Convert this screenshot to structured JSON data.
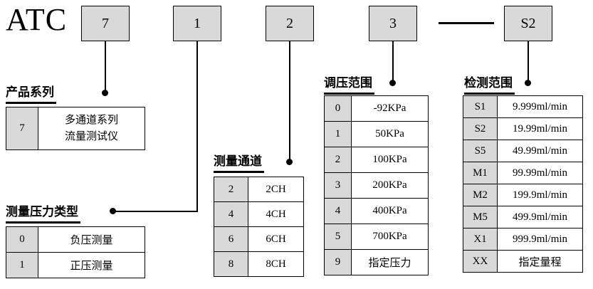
{
  "title": "ATC",
  "code_boxes": [
    {
      "label": "7"
    },
    {
      "label": "1"
    },
    {
      "label": "2"
    },
    {
      "label": "3"
    },
    {
      "label": "S2"
    }
  ],
  "sections": {
    "product_series": {
      "title": "产品系列",
      "rows": [
        {
          "code": "7",
          "value": "多通道系列\n流量测试仪"
        }
      ]
    },
    "pressure_type": {
      "title": "测量压力类型",
      "rows": [
        {
          "code": "0",
          "value": "负压测量"
        },
        {
          "code": "1",
          "value": "正压测量"
        }
      ]
    },
    "channels": {
      "title": "测量通道",
      "rows": [
        {
          "code": "2",
          "value": "2CH"
        },
        {
          "code": "4",
          "value": "4CH"
        },
        {
          "code": "6",
          "value": "6CH"
        },
        {
          "code": "8",
          "value": "8CH"
        }
      ]
    },
    "pressure_range": {
      "title": "调压范围",
      "rows": [
        {
          "code": "0",
          "value": "-92KPa"
        },
        {
          "code": "1",
          "value": "50KPa"
        },
        {
          "code": "2",
          "value": "100KPa"
        },
        {
          "code": "3",
          "value": "200KPa"
        },
        {
          "code": "4",
          "value": "400KPa"
        },
        {
          "code": "5",
          "value": "700KPa"
        },
        {
          "code": "9",
          "value": "指定压力"
        }
      ]
    },
    "detection_range": {
      "title": "检测范围",
      "rows": [
        {
          "code": "S1",
          "value": "9.999ml/min"
        },
        {
          "code": "S2",
          "value": "19.99ml/min"
        },
        {
          "code": "S5",
          "value": "49.99ml/min"
        },
        {
          "code": "M1",
          "value": "99.99ml/min"
        },
        {
          "code": "M2",
          "value": "199.9ml/min"
        },
        {
          "code": "M5",
          "value": "499.9ml/min"
        },
        {
          "code": "X1",
          "value": "999.9ml/min"
        },
        {
          "code": "XX",
          "value": "指定量程"
        }
      ]
    }
  }
}
